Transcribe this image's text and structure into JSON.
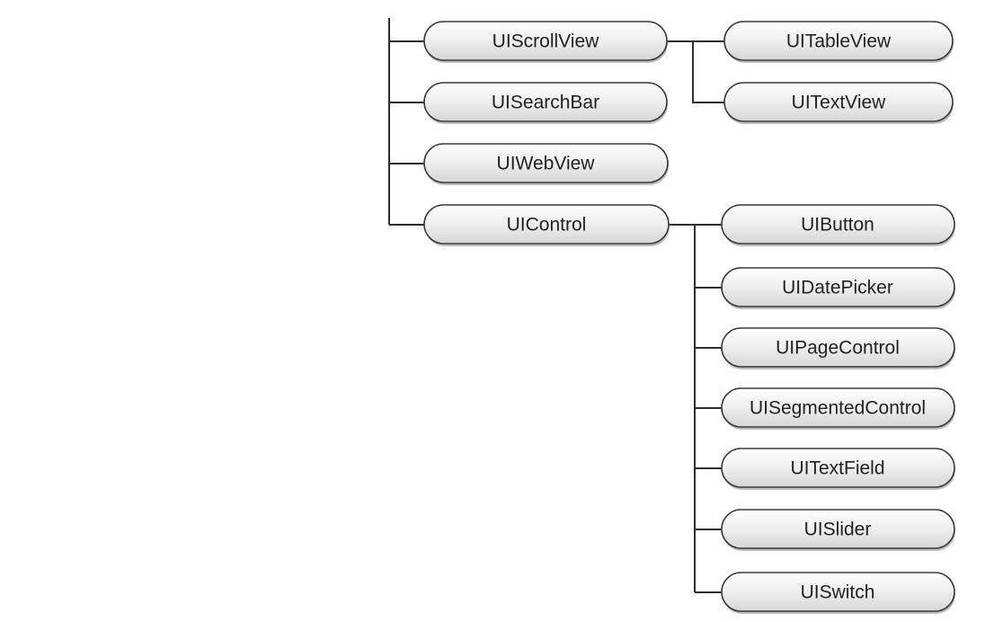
{
  "diagram": {
    "nodes": {
      "scrollview": "UIScrollView",
      "searchbar": "UISearchBar",
      "webview": "UIWebView",
      "control": "UIControl",
      "tableview": "UITableView",
      "textview": "UITextView",
      "button": "UIButton",
      "datepicker": "UIDatePicker",
      "pagecontrol": "UIPageControl",
      "segmentedcontrol": "UISegmentedControl",
      "textfield": "UITextField",
      "slider": "UISlider",
      "switch": "UISwitch"
    },
    "colors": {
      "pill_top": "#ffffff",
      "pill_bottom": "#d6d6d6",
      "outline": "#3a3a3a",
      "connector": "#2e2e2e"
    }
  }
}
